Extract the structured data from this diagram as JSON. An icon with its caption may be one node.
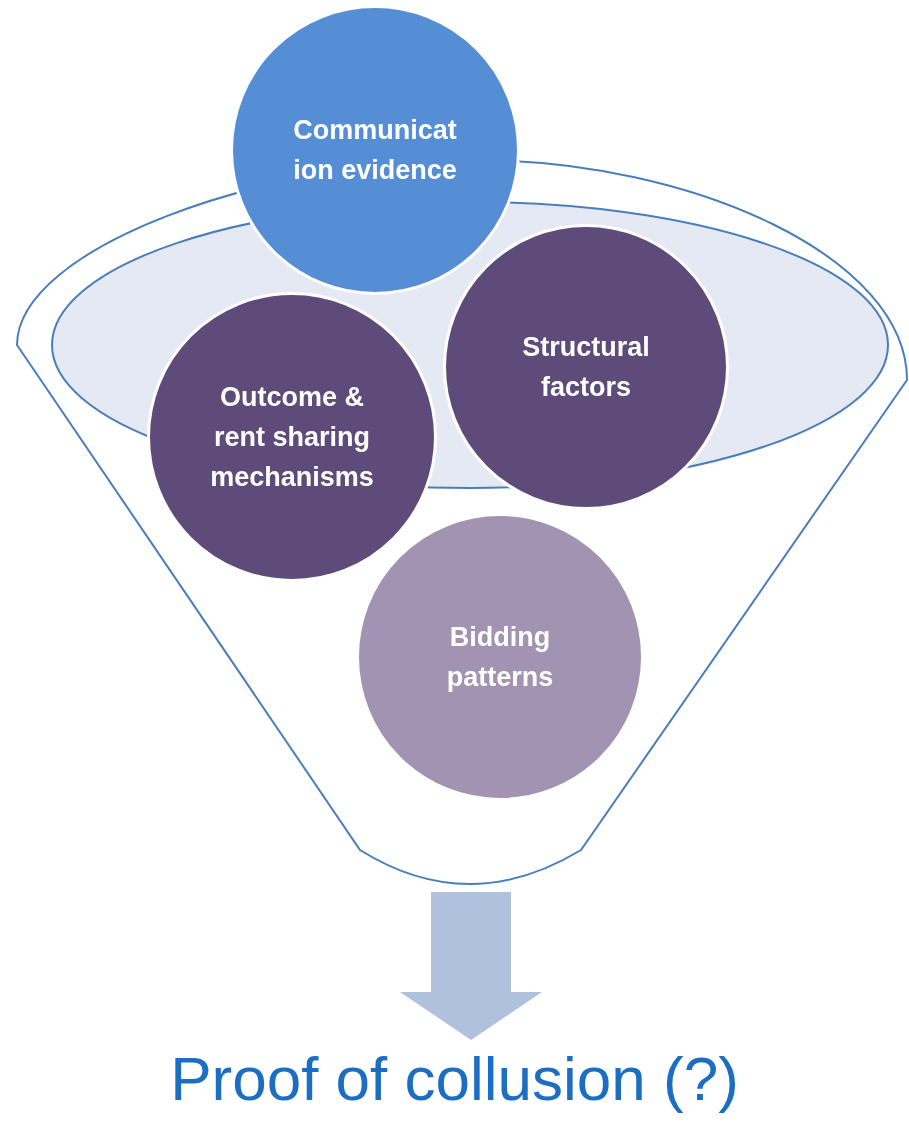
{
  "diagram": {
    "nodes": [
      {
        "text": [],
        "shape": "funnel"
      },
      {
        "text": [
          "Communicat ion evidence"
        ]
      },
      {
        "text": [
          "Outcome & rent sharing mechanisms"
        ],
        "in": 0
      },
      {
        "text": [
          "Structural factors"
        ],
        "in": 0
      },
      {
        "text": [
          "Bidding patterns"
        ],
        "in": 0
      },
      {
        "text": [
          "Proof of collusion (?)"
        ]
      }
    ],
    "edges": [
      {
        "from": 0,
        "to": 5,
        "arrow": "to"
      }
    ]
  }
}
